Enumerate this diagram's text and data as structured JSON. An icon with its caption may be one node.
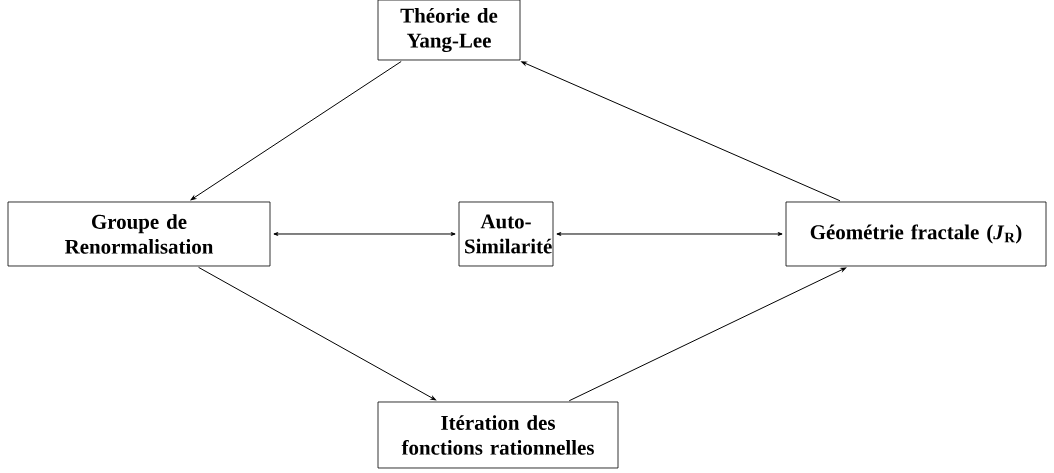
{
  "diagram": {
    "nodes": [
      {
        "text": [
          "Théorie de Yang-Lee"
        ]
      },
      {
        "text": [
          "Groupe de Renormalisation"
        ]
      },
      {
        "text": [
          "Auto-Similarité"
        ]
      },
      {
        "text": [
          "Géométrie fractale (*J*$_{R}$)"
        ]
      },
      {
        "text": [
          "Itération des fonctions rationnelles"
        ]
      }
    ],
    "edges": [
      {
        "from": 0,
        "to": 1,
        "arrow": "to"
      },
      {
        "from": 3,
        "to": 0,
        "arrow": "to"
      },
      {
        "from": 1,
        "to": 2,
        "arrow": "both"
      },
      {
        "from": 2,
        "to": 3,
        "arrow": "both"
      },
      {
        "from": 1,
        "to": 4,
        "arrow": "to"
      },
      {
        "from": 4,
        "to": 3,
        "arrow": "to"
      }
    ]
  }
}
